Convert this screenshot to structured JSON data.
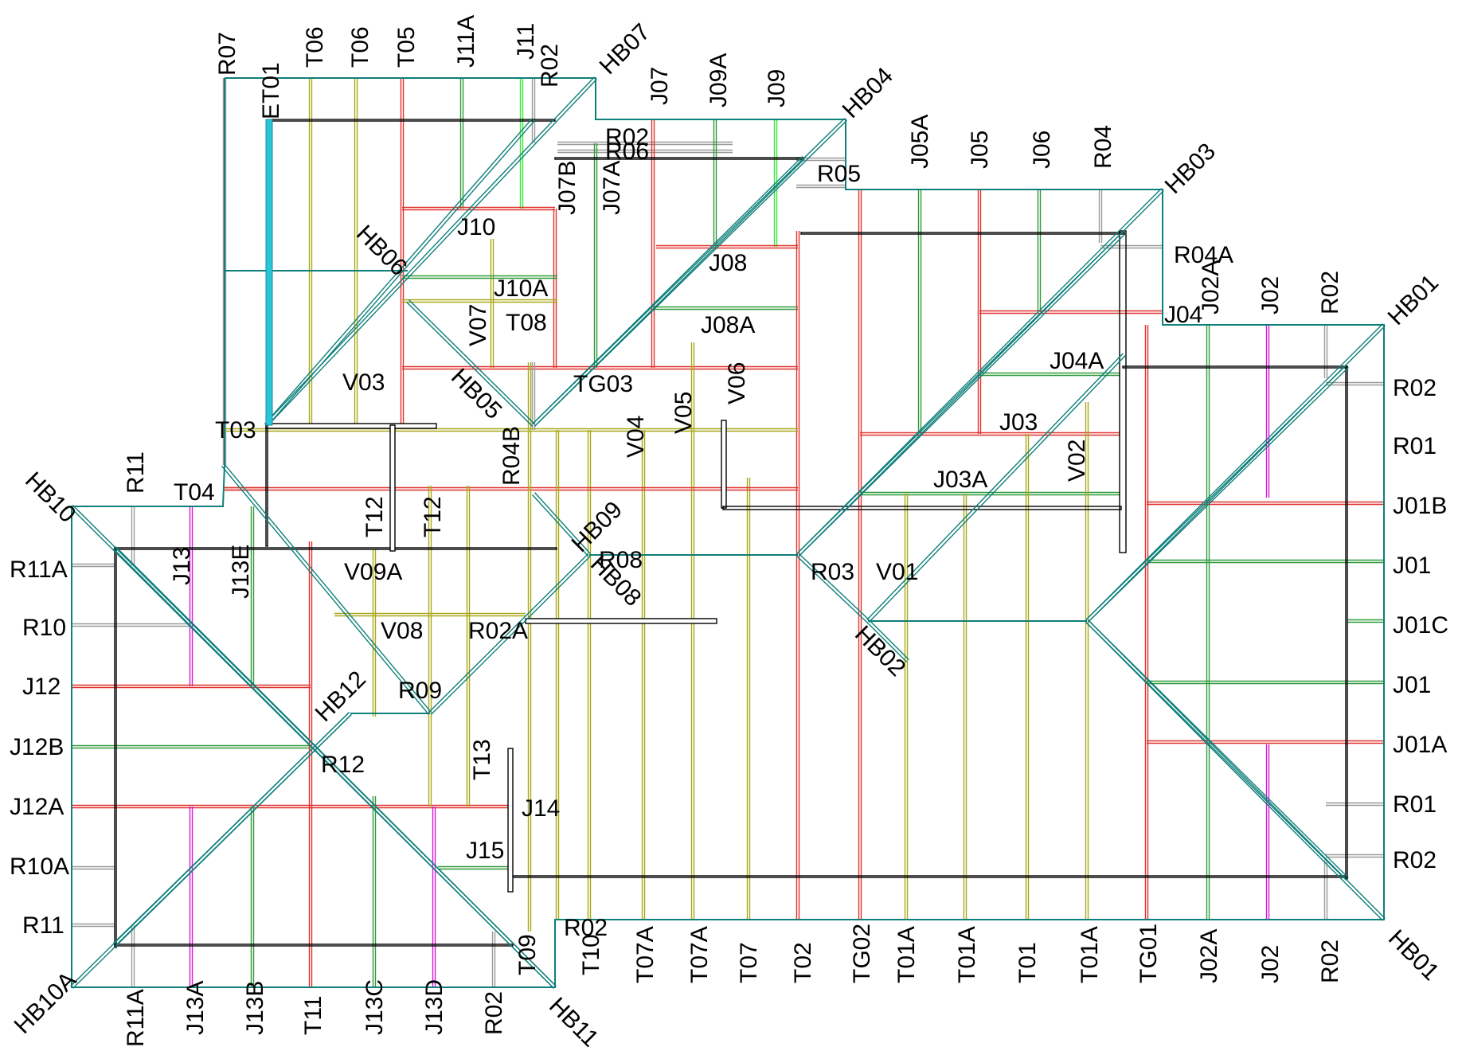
{
  "title": "",
  "palette": {
    "outline": "#0e7f7a",
    "red": "#e0312d",
    "green": "#2e9a3a",
    "bright_green": "#39e83a",
    "olive": "#a8a81a",
    "magenta": "#d81ad8",
    "grey": "#9a9a9a",
    "cyan": "#28c6d8",
    "black": "#000000"
  },
  "labels": {
    "top": [
      "R07",
      "ET01",
      "T06",
      "T06",
      "T05",
      "J11A",
      "J11",
      "R02",
      "HB07",
      "J07",
      "J09A",
      "J09",
      "HB04",
      "J05A",
      "J05",
      "J06",
      "R04",
      "HB03",
      "J02A",
      "J02",
      "R02",
      "HB01"
    ],
    "inner": [
      "R02",
      "R06",
      "R05",
      "J07B",
      "J07A",
      "J10",
      "HB06",
      "J10A",
      "V07",
      "T08",
      "J08",
      "R04A",
      "J08A",
      "J04",
      "J04A",
      "V03",
      "HB05",
      "TG03",
      "V06",
      "V05",
      "V04",
      "J03",
      "T03",
      "R04B",
      "V02",
      "J03A",
      "T04",
      "T12",
      "T12",
      "HB09",
      "R08",
      "HB08",
      "R03",
      "V01",
      "V09A",
      "HB02",
      "V08",
      "R02A",
      "HB12",
      "R09",
      "R12",
      "T13",
      "J14",
      "J15"
    ],
    "right": [
      "R02",
      "R01",
      "J01B",
      "J01",
      "J01C",
      "J01",
      "J01A",
      "R01",
      "R02",
      "HB01"
    ],
    "left": [
      "HB10",
      "R11",
      "J13",
      "J13E",
      "R11A",
      "R10",
      "J12",
      "J12B",
      "J12A",
      "R10A",
      "R11",
      "HB10A"
    ],
    "bottom": [
      "R11A",
      "J13A",
      "J13B",
      "T11",
      "J13C",
      "J13D",
      "R02",
      "HB11",
      "T09",
      "T10",
      "R02",
      "T07A",
      "T07A",
      "T07",
      "T02",
      "TG02",
      "T01A",
      "T01A",
      "T01",
      "T01A",
      "TG01",
      "J02A",
      "J02",
      "R02"
    ]
  }
}
